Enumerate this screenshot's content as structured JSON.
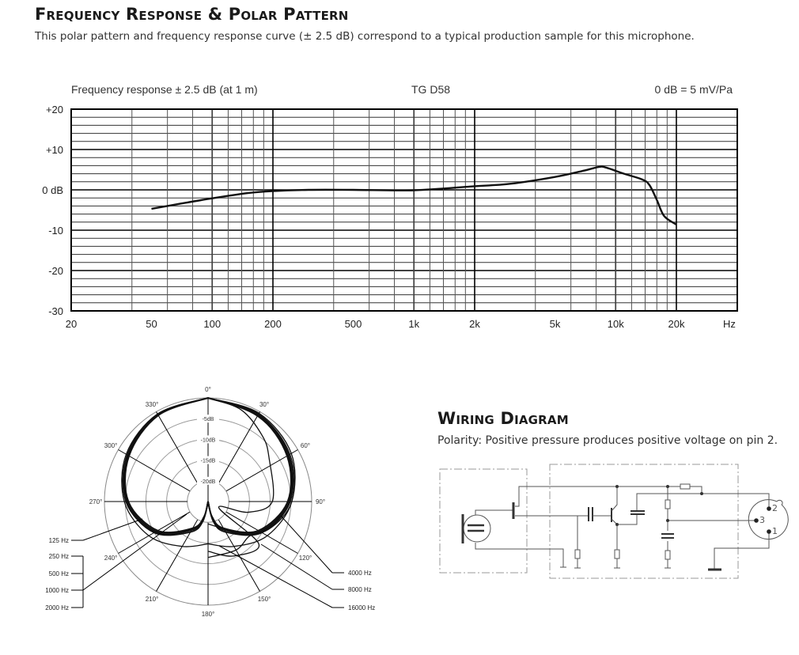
{
  "section1": {
    "title": "Frequency Response & Polar Pattern",
    "description": "This polar pattern and frequency response curve (± 2.5 dB) correspond to a typical production sample for this microphone."
  },
  "chart_data": [
    {
      "type": "line",
      "title": "TG D58",
      "subtitle_left": "Frequency response ± 2.5 dB (at 1 m)",
      "subtitle_right": "0 dB =  5 mV/Pa",
      "xscale": "log",
      "xlim": [
        20,
        40000
      ],
      "ylim": [
        -30,
        20
      ],
      "grid": true,
      "xunit_label": "Hz",
      "x_ticks": [
        20,
        50,
        100,
        200,
        500,
        1000,
        2000,
        5000,
        10000,
        20000
      ],
      "x_tick_labels": [
        "20",
        "50",
        "100",
        "200",
        "500",
        "1k",
        "2k",
        "5k",
        "10k",
        "20k"
      ],
      "y_ticks": [
        20,
        10,
        0,
        -10,
        -20,
        -30
      ],
      "y_tick_labels": [
        "+20",
        "+10",
        "0 dB",
        "-10",
        "-20",
        "-30"
      ],
      "series": [
        {
          "name": "TG D58",
          "x": [
            50,
            70,
            100,
            150,
            200,
            300,
            500,
            1000,
            2000,
            3000,
            5000,
            7000,
            8300,
            9000,
            11000,
            13500,
            14700,
            16000,
            17400,
            20000
          ],
          "y": [
            -4.7,
            -3.4,
            -2.1,
            -0.8,
            -0.3,
            0,
            0,
            -0.1,
            0.9,
            1.5,
            3.2,
            4.8,
            5.7,
            5.5,
            4.0,
            2.6,
            1.2,
            -2.5,
            -6.5,
            -8.6
          ]
        }
      ]
    },
    {
      "type": "polar",
      "rlim_db": [
        -25,
        0
      ],
      "ring_labels": [
        "-5dB",
        "-10dB",
        "-15dB",
        "-20dB"
      ],
      "ring_values": [
        -5,
        -10,
        -15,
        -20
      ],
      "angle_labels": [
        "0°",
        "30°",
        "60°",
        "90°",
        "120°",
        "150°",
        "180°",
        "210°",
        "240°",
        "270°",
        "300°",
        "330°"
      ],
      "series": [
        {
          "name": "125 Hz",
          "side": "left",
          "angles": [
            0,
            30,
            60,
            90,
            120,
            150,
            180
          ],
          "db": [
            0,
            -0.6,
            -2.2,
            -4.8,
            -8.5,
            -12.5,
            -14.8
          ]
        },
        {
          "name": "250 Hz",
          "side": "left",
          "angles": [
            0,
            30,
            60,
            90,
            120,
            150,
            165,
            180
          ],
          "db": [
            0,
            -0.7,
            -2.5,
            -5.2,
            -10,
            -16.5,
            -20,
            -25
          ]
        },
        {
          "name": "500 Hz",
          "side": "left",
          "angles": [
            0,
            30,
            60,
            90,
            120,
            150,
            165,
            180
          ],
          "db": [
            0,
            -0.8,
            -2.6,
            -5.4,
            -10.3,
            -17,
            -20.5,
            -25
          ]
        },
        {
          "name": "1000 Hz",
          "side": "left",
          "angles": [
            0,
            30,
            60,
            90,
            120,
            150,
            165,
            180
          ],
          "db": [
            0,
            -0.9,
            -2.8,
            -5.6,
            -10.6,
            -17.3,
            -21,
            -25
          ]
        },
        {
          "name": "2000 Hz",
          "side": "left",
          "angles": [
            0,
            30,
            60,
            90,
            120,
            150,
            165,
            180
          ],
          "db": [
            0,
            -1,
            -3,
            -5.8,
            -11,
            -17.6,
            -21.2,
            -25
          ]
        },
        {
          "name": "4000 Hz",
          "side": "right",
          "angles": [
            0,
            30,
            60,
            90,
            115,
            135,
            155,
            180
          ],
          "db": [
            0,
            -0.4,
            -1.8,
            -4.8,
            -9,
            -14,
            -18,
            -19.6
          ]
        },
        {
          "name": "8000 Hz",
          "side": "right",
          "angles": [
            0,
            20,
            40,
            55,
            90,
            105,
            120,
            130,
            155,
            180
          ],
          "db": [
            0,
            -1.5,
            -4.5,
            -7,
            -9.5,
            -15,
            -22,
            -9,
            -10.5,
            -13
          ]
        },
        {
          "name": "16000 Hz",
          "side": "right",
          "angles": [
            0,
            30,
            60,
            90,
            115,
            130,
            150,
            180
          ],
          "db": [
            0,
            -1.2,
            -2.6,
            -5.2,
            -9.5,
            -12,
            -11.5,
            -11.5
          ]
        }
      ]
    }
  ],
  "section2": {
    "title": "Wiring Diagram",
    "description": "Polarity: Positive pressure produces positive voltage on pin 2.",
    "pins": [
      "1",
      "2",
      "3"
    ]
  }
}
